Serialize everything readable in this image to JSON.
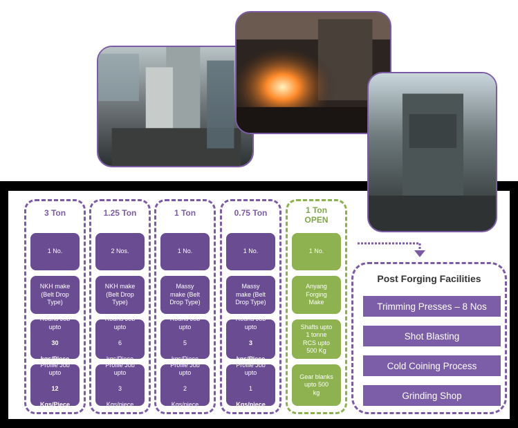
{
  "columns": [
    {
      "title": "3 Ton",
      "theme": "purple",
      "qty": "1 No.",
      "make": "NKH make\n(Belt Drop\nType)",
      "round": {
        "label": "Round Job\nupto",
        "value": "30",
        "unit": "kgs/Piece"
      },
      "profile": {
        "label": "Profile Job\nupto",
        "value": "12",
        "unit": "Kgs/Piece"
      }
    },
    {
      "title": "1.25 Ton",
      "theme": "purple",
      "qty": "2 Nos.",
      "make": "NKH make\n(Belt Drop\nType)",
      "round": {
        "label": "Round Job\nupto",
        "value": "6",
        "unit": "kgs/Piece"
      },
      "profile": {
        "label": "Profile Job\nupto",
        "value": "3",
        "unit": "Kgs/piece"
      }
    },
    {
      "title": "1 Ton",
      "theme": "purple",
      "qty": "1 No.",
      "make": "Massy\nmake (Belt\nDrop Type)",
      "round": {
        "label": "Round Job\nupto",
        "value": "5",
        "unit": "kgs/Piece"
      },
      "profile": {
        "label": "Profile Job\nupto",
        "value": "2",
        "unit": "Kgs/piece"
      }
    },
    {
      "title": "0.75 Ton",
      "theme": "purple",
      "qty": "1 No.",
      "make": "Massy\nmake (Belt\nDrop Type)",
      "round": {
        "label": "Round Job\nupto",
        "value": "3",
        "unit": "kgs/Piece"
      },
      "profile": {
        "label": "Profile Job\nupto",
        "value": "1",
        "unit": "Kgs/piece"
      }
    },
    {
      "title": "1 Ton\nOPEN",
      "theme": "green",
      "qty": "1 No.",
      "make": "Anyang\nForging\nMake",
      "shafts": "Shafts upto\n1 tonne\nRCS upto\n500 Kg",
      "gear": "Gear blanks\nupto 500\nkg"
    }
  ],
  "post_forging": {
    "title": "Post Forging Facilities",
    "items": [
      "Trimming Presses – 8 Nos",
      "Shot Blasting",
      "Cold Coining Process",
      "Grinding Shop"
    ]
  },
  "colors": {
    "purple": "#6a4c93",
    "green": "#8db24f",
    "border_purple": "#7b5aa6",
    "border_green": "#8bb04e"
  }
}
